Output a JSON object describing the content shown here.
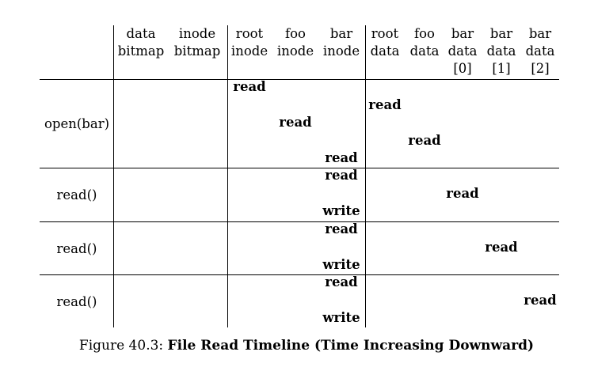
{
  "headers": [
    {
      "lines": [
        "data",
        "bitmap"
      ]
    },
    {
      "lines": [
        "inode",
        "bitmap"
      ]
    },
    {
      "lines": [
        "root",
        "inode"
      ]
    },
    {
      "lines": [
        "foo",
        "inode"
      ]
    },
    {
      "lines": [
        "bar",
        "inode"
      ]
    },
    {
      "lines": [
        "root",
        "data"
      ]
    },
    {
      "lines": [
        "foo",
        "data"
      ]
    },
    {
      "lines": [
        "bar",
        "data",
        "[0]"
      ]
    },
    {
      "lines": [
        "bar",
        "data",
        "[1]"
      ]
    },
    {
      "lines": [
        "bar",
        "data",
        "[2]"
      ]
    }
  ],
  "rows": [
    {
      "label": "open(bar)",
      "ops": [
        {
          "col": 2,
          "step": 0,
          "text": "read"
        },
        {
          "col": 5,
          "step": 1,
          "text": "read"
        },
        {
          "col": 3,
          "step": 2,
          "text": "read"
        },
        {
          "col": 6,
          "step": 3,
          "text": "read"
        },
        {
          "col": 4,
          "step": 4,
          "text": "read"
        }
      ]
    },
    {
      "label": "read()",
      "ops": [
        {
          "col": 4,
          "step": 0,
          "text": "read"
        },
        {
          "col": 7,
          "step": 1,
          "text": "read"
        },
        {
          "col": 4,
          "step": 2,
          "text": "write"
        }
      ]
    },
    {
      "label": "read()",
      "ops": [
        {
          "col": 4,
          "step": 0,
          "text": "read"
        },
        {
          "col": 8,
          "step": 1,
          "text": "read"
        },
        {
          "col": 4,
          "step": 2,
          "text": "write"
        }
      ]
    },
    {
      "label": "read()",
      "ops": [
        {
          "col": 4,
          "step": 0,
          "text": "read"
        },
        {
          "col": 9,
          "step": 1,
          "text": "read"
        },
        {
          "col": 4,
          "step": 2,
          "text": "write"
        }
      ]
    }
  ],
  "caption": {
    "prefix": "Figure 40.3: ",
    "title": "File Read Timeline (Time Increasing Downward)"
  }
}
